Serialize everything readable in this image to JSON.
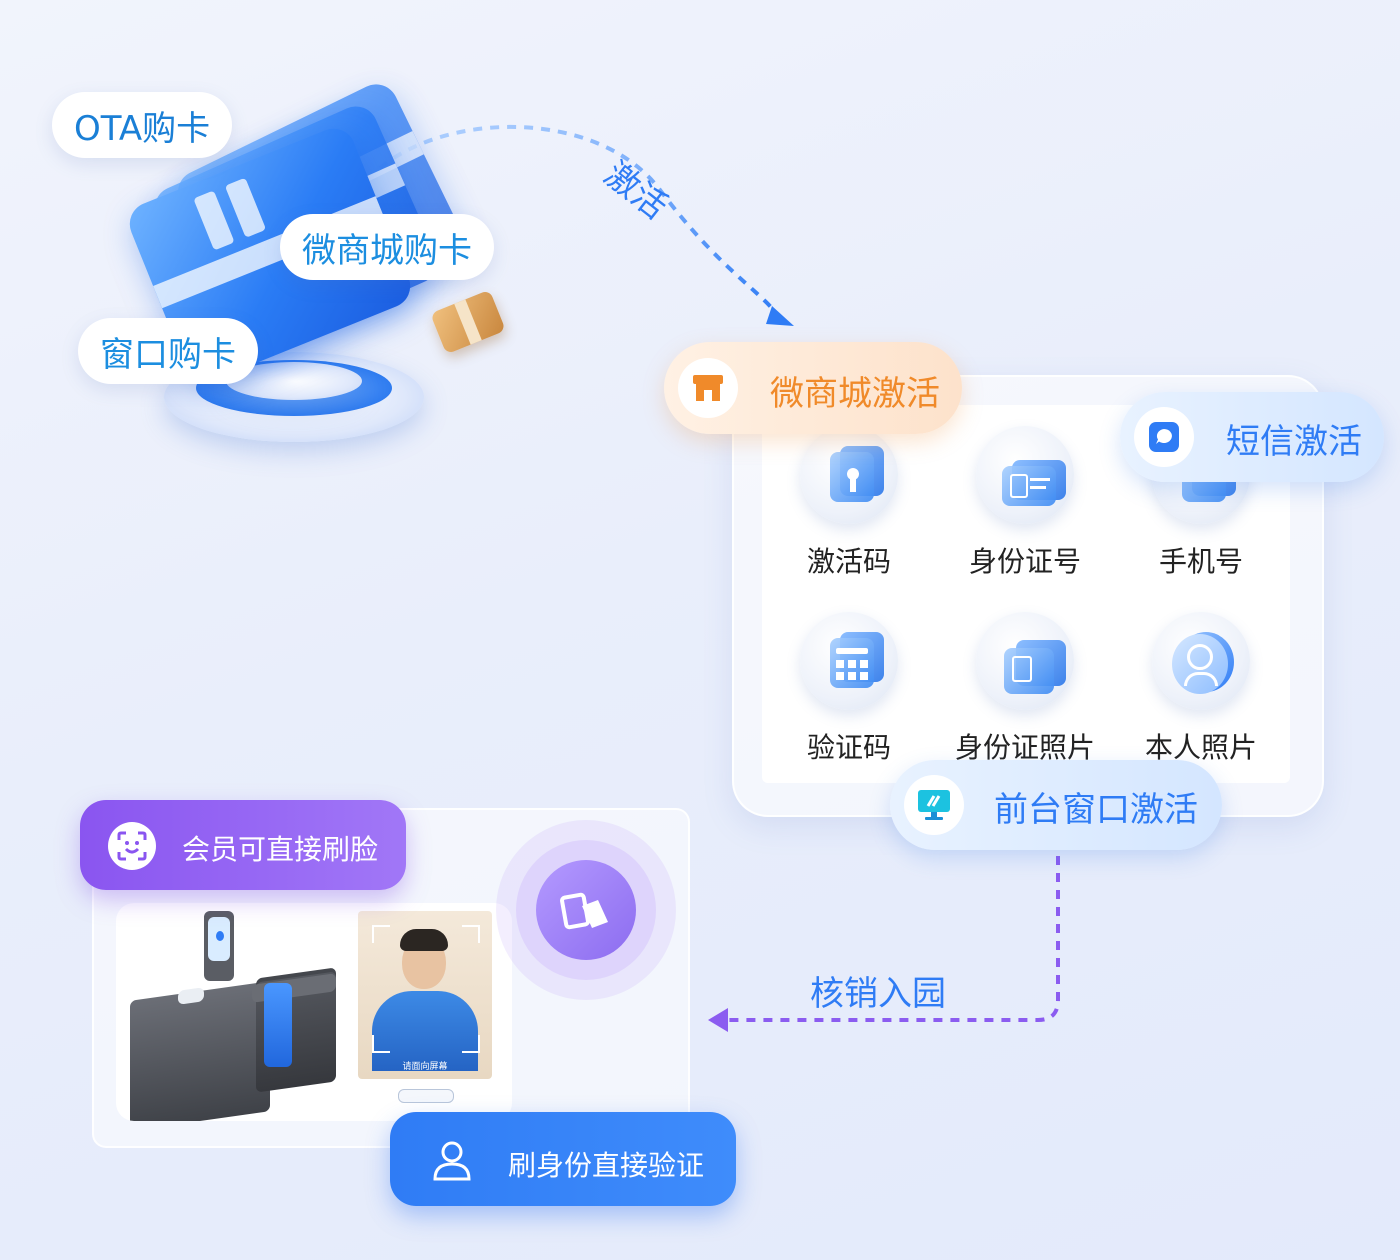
{
  "purchase": {
    "ota": "OTA购卡",
    "wechat_mall": "微商城购卡",
    "window": "窗口购卡"
  },
  "flows": {
    "activate": "激活",
    "redeem": "核销入园"
  },
  "activation": {
    "wechat_mall": "微商城激活",
    "sms": "短信激活",
    "front_desk": "前台窗口激活",
    "methods": [
      {
        "label": "激活码",
        "icon": "keyhole-lock-icon"
      },
      {
        "label": "身份证号",
        "icon": "id-card-icon"
      },
      {
        "label": "手机号",
        "icon": "phone-icon"
      },
      {
        "label": "验证码",
        "icon": "keypad-icon"
      },
      {
        "label": "身份证照片",
        "icon": "id-photo-icon"
      },
      {
        "label": "本人照片",
        "icon": "person-photo-icon"
      }
    ]
  },
  "verification": {
    "face_member": "会员可直接刷脸",
    "id_swipe": "刷身份直接验证",
    "face_screen_text": "请面向屏幕"
  },
  "colors": {
    "blue": "#2f7cf5",
    "orange": "#f08a2a",
    "purple": "#8a55f0",
    "cyan": "#1c8ee0"
  }
}
